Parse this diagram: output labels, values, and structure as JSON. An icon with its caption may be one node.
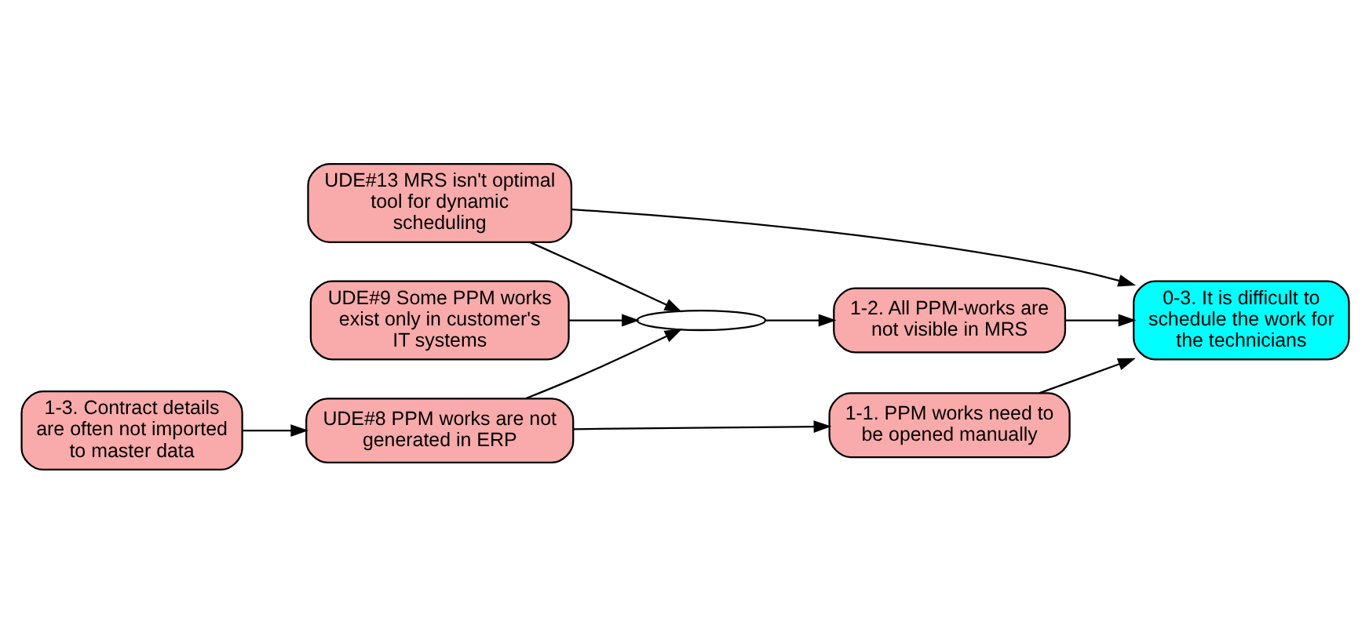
{
  "diagram": {
    "nodes": [
      {
        "text": [
          "UDE#13 MRS isn't optimal tool for dynamic scheduling"
        ]
      },
      {
        "text": [
          "UDE#9 Some PPM works exist only in customer's IT systems"
        ]
      },
      {
        "text": [],
        "shape": "ellipse"
      },
      {
        "text": [
          "1-2. All PPM-works are not visible in MRS"
        ]
      },
      {
        "text": [
          "0-3. It is difficult to schedule the work for the technicians"
        ]
      },
      {
        "text": [
          "1-1. PPM works need to be opened manually"
        ]
      },
      {
        "text": [
          "UDE#8 PPM works are not generated in ERP"
        ]
      },
      {
        "text": [
          "1-3. Contract details are often not imported to master data"
        ]
      }
    ],
    "edges": [
      {
        "from": 0,
        "to": 2,
        "arrow": "to"
      },
      {
        "from": 1,
        "to": 2,
        "arrow": "to"
      },
      {
        "from": 6,
        "to": 2,
        "arrow": "to"
      },
      {
        "from": 2,
        "to": 3,
        "arrow": "to"
      },
      {
        "from": 3,
        "to": 4,
        "arrow": "to"
      },
      {
        "from": 0,
        "to": 4,
        "arrow": "to"
      },
      {
        "from": 5,
        "to": 4,
        "arrow": "to"
      },
      {
        "from": 6,
        "to": 5,
        "arrow": "to"
      },
      {
        "from": 7,
        "to": 6,
        "arrow": "to"
      }
    ]
  }
}
